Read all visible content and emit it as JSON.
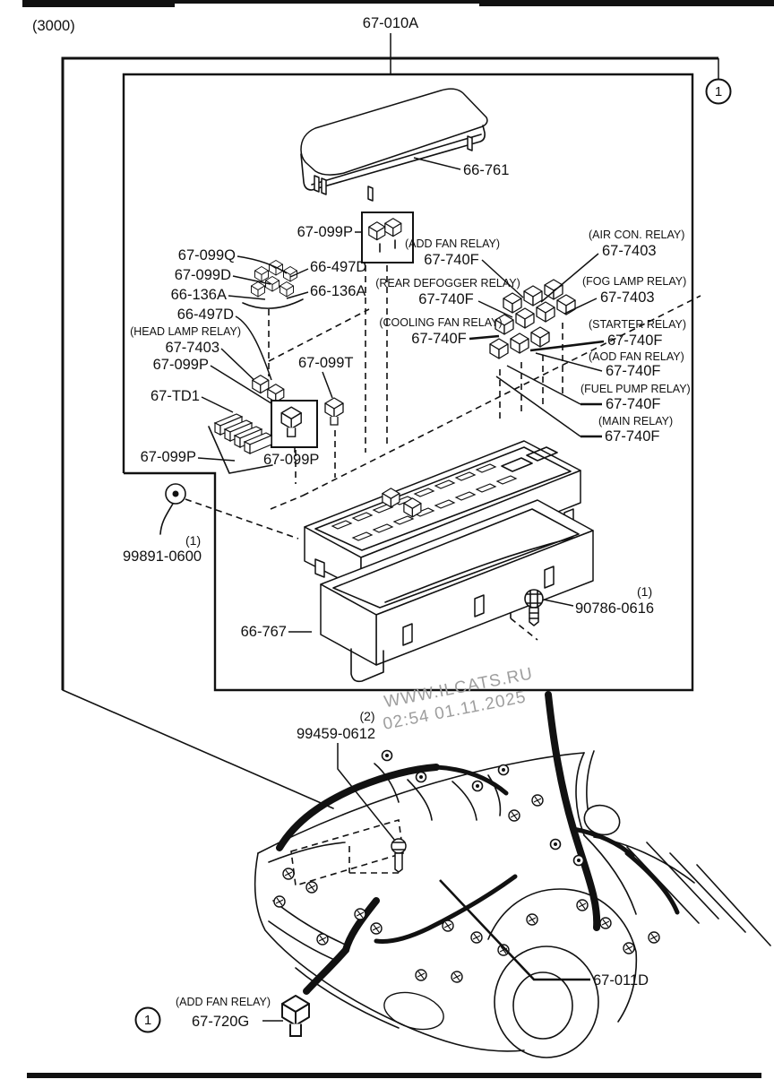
{
  "page": {
    "sheet_code": "(3000)",
    "watermark_site": "WWW.ILCATS.RU",
    "watermark_time": "02:54 01.11.2025"
  },
  "callouts": {
    "one": "1"
  },
  "parts": {
    "main_harness_assy": "67-010A",
    "cover_upper": "66-761",
    "connector_p": "67-099P",
    "connector_q": "67-099Q",
    "connector_d": "67-099D",
    "block_136a": "66-136A",
    "block_497d": "66-497D",
    "headlamp_relay_name": "(HEAD LAMP RELAY)",
    "headlamp_relay_part": "67-7403",
    "relay_t": "67-099T",
    "connector_td1": "67-TD1",
    "washer_qty": "(1)",
    "washer_part": "99891-0600",
    "cover_lower": "66-767",
    "bolt_qty": "(1)",
    "bolt_part": "90786-0616",
    "clip_qty": "(2)",
    "clip_part": "99459-0612",
    "body_harness": "67-011D",
    "addfan_lower_name": "(ADD FAN RELAY)",
    "addfan_lower_part": "67-720G"
  },
  "relays": [
    {
      "name": "(ADD FAN RELAY)",
      "part": "67-740F"
    },
    {
      "name": "(AIR CON. RELAY)",
      "part": "67-7403"
    },
    {
      "name": "(REAR DEFOGGER RELAY)",
      "part": "67-740F"
    },
    {
      "name": "(FOG LAMP RELAY)",
      "part": "67-7403"
    },
    {
      "name": "(COOLING FAN RELAY)",
      "part": "67-740F"
    },
    {
      "name": "(STARTER RELAY)",
      "part": "67-740F"
    },
    {
      "name": "(AOD FAN RELAY)",
      "part": "67-740F"
    },
    {
      "name": "(FUEL PUMP RELAY)",
      "part": "67-740F"
    },
    {
      "name": "(MAIN RELAY)",
      "part": "67-740F"
    }
  ]
}
